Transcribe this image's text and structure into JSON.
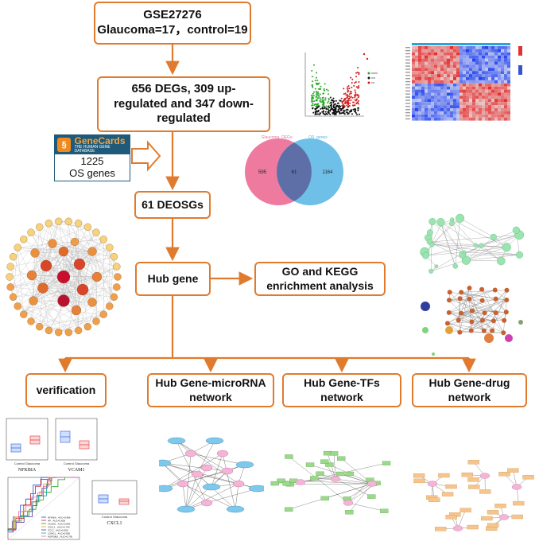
{
  "boxes": {
    "dataset": {
      "line1": "GSE27276",
      "line2": "Glaucoma=17，control=19"
    },
    "degs": {
      "line1": "656 DEGs, 309 up-",
      "line2": "regulated and 347 down-",
      "line3": "regulated"
    },
    "deosgs": {
      "label": "61 DEOSGs"
    },
    "hub": {
      "label": "Hub gene"
    },
    "go": {
      "line1": "GO and KEGG",
      "line2": "enrichment analysis"
    },
    "verification": {
      "label": "verification"
    },
    "mirna": {
      "line1": "Hub Gene-microRNA",
      "line2": "network"
    },
    "tfs": {
      "line1": "Hub Gene-TFs",
      "line2": "network"
    },
    "drug": {
      "line1": "Hub Gene-drug",
      "line2": "network"
    }
  },
  "genecards": {
    "logo_title": "GeneCards",
    "logo_sub": "THE HUMAN GENE DATABASE",
    "count": "1225",
    "label": "OS genes"
  },
  "venn": {
    "left_title": "Glaucoma_DEGs",
    "right_title": "OS_genes",
    "left_only": "595",
    "overlap": "61",
    "right_only": "1164"
  },
  "boxplots": {
    "left_caption": "NFKBIA",
    "right_caption": "VCAM1",
    "bottom_caption": "CXCL1",
    "group_control": "Control",
    "group_glaucoma": "Glaucoma"
  },
  "roc": {
    "legend": [
      "NFKBIA , AUC=0.866",
      "HP , AUC=0.805",
      "VCAM1 , AUC=0.800",
      "CXCL1 , AUC=0.744",
      "CCL2 , AUC=0.650",
      "LONG1 , AUC=0.800",
      "HSP90B1 , AUC=0.750"
    ]
  },
  "colors": {
    "accent": "#E07B2E",
    "venn_left": "#EE7AA0",
    "venn_right": "#6EC0E8",
    "venn_overlap": "#5E6FA8"
  }
}
